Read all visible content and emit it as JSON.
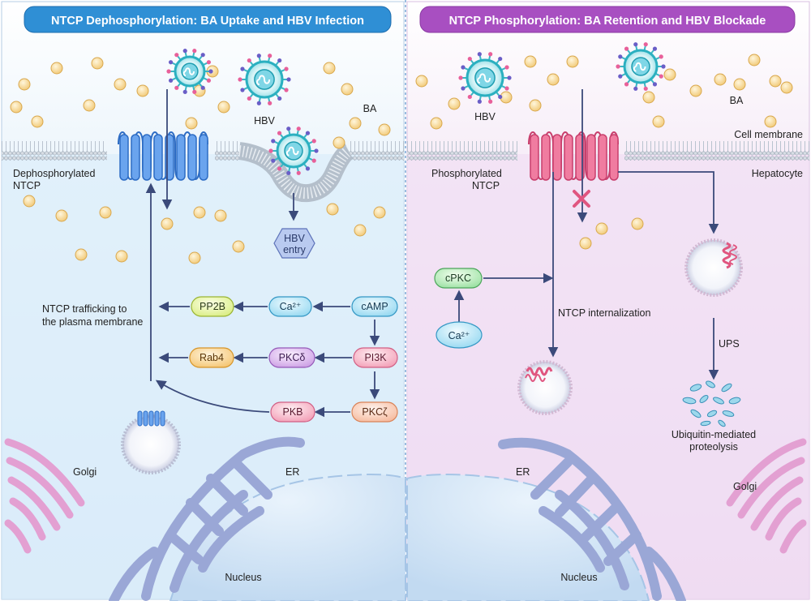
{
  "panels": {
    "left": {
      "title": "NTCP Dephosphorylation: BA Uptake and HBV Infection",
      "header_color": "#3a9ad9",
      "bg_color": "#e4f1fb"
    },
    "right": {
      "title": "NTCP Phosphorylation: BA Retention and HBV Blockade",
      "header_color": "#b35bc7",
      "bg_color": "#f4e7f6"
    }
  },
  "left_labels": {
    "hbv": "HBV",
    "ba": "BA",
    "ntcp_line1": "Dephosphorylated",
    "ntcp_line2": "NTCP",
    "hbv_entry_line1": "HBV",
    "hbv_entry_line2": "entry",
    "trafficking_line1": "NTCP trafficking to",
    "trafficking_line2": "the plasma membrane",
    "golgi": "Golgi",
    "er": "ER",
    "nucleus": "Nucleus"
  },
  "left_nodes": {
    "pp2b": "PP2B",
    "ca": "Ca²⁺",
    "camp": "cAMP",
    "rab4": "Rab4",
    "pkcd": "PKCδ",
    "pi3k": "PI3K",
    "pkb": "PKB",
    "pkcz": "PKCζ"
  },
  "right_labels": {
    "hbv": "HBV",
    "ba": "BA",
    "cell_membrane": "Cell membrane",
    "hepatocyte": "Hepatocyte",
    "ntcp_line1": "Phosphorylated",
    "ntcp_line2": "NTCP",
    "internalization": "NTCP internalization",
    "ups": "UPS",
    "proteolysis_line1": "Ubiquitin-mediated",
    "proteolysis_line2": "proteolysis",
    "er": "ER",
    "golgi": "Golgi",
    "nucleus": "Nucleus"
  },
  "right_nodes": {
    "cpkc": "cPKC",
    "ca": "Ca²⁺"
  },
  "colors": {
    "arrow": "#3b4a7a",
    "ba_fill": "#f7dfae",
    "ba_stroke": "#d9a84e",
    "ntcp_blue": "#4f8fe0",
    "ntcp_pink": "#e0557f",
    "golgi": "#e8a6d6",
    "er": "#98a7d6",
    "nucleus": "#cfe3f6",
    "block_x": "#e0557f"
  }
}
